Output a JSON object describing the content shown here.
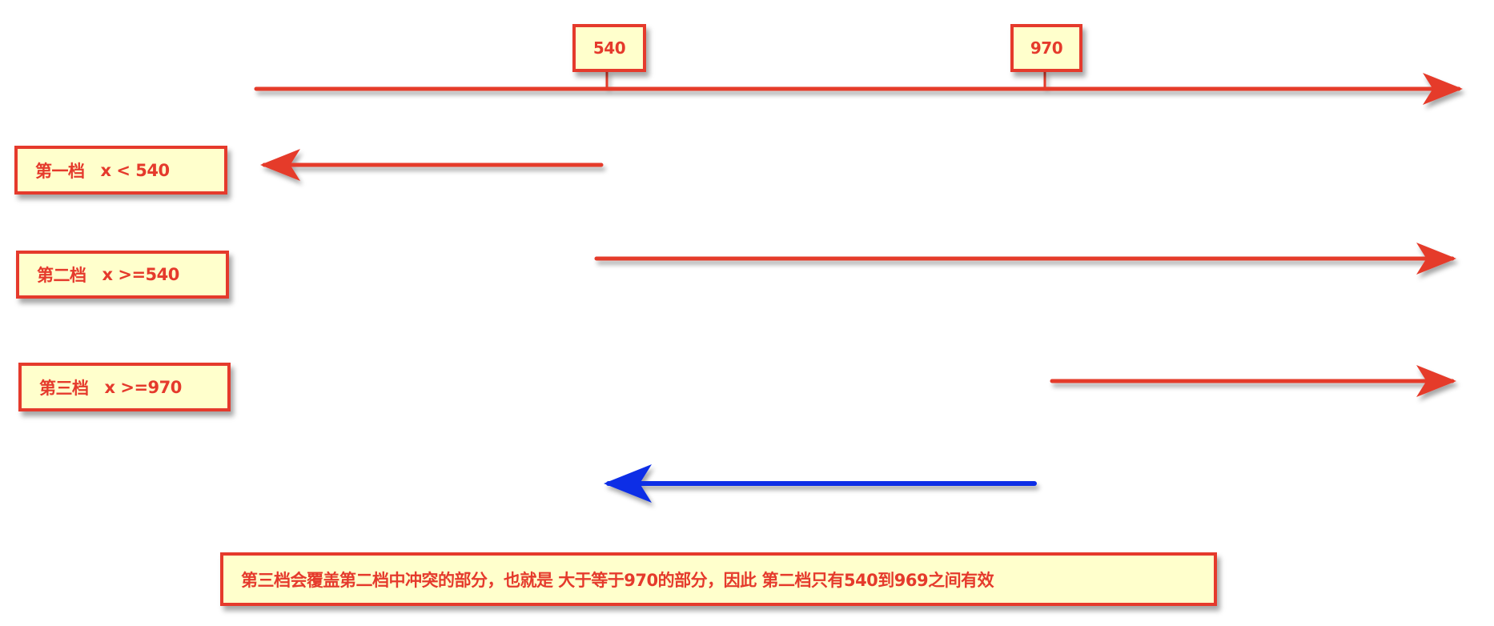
{
  "axis": {
    "ticks": [
      "540",
      "970"
    ]
  },
  "tiers": [
    {
      "name": "第一档",
      "condition": "x < 540",
      "direction": "left"
    },
    {
      "name": "第二档",
      "condition": "x >=540",
      "direction": "right"
    },
    {
      "name": "第三档",
      "condition": "x >=970",
      "direction": "right"
    }
  ],
  "override_arrow": {
    "direction": "left"
  },
  "note": "第三档会覆盖第二档中冲突的部分，也就是 大于等于970的部分，因此 第二档只有540到969之间有效",
  "colors": {
    "red": "#e53a2c",
    "blue": "#0b2fe6",
    "fill": "#ffffcc"
  }
}
